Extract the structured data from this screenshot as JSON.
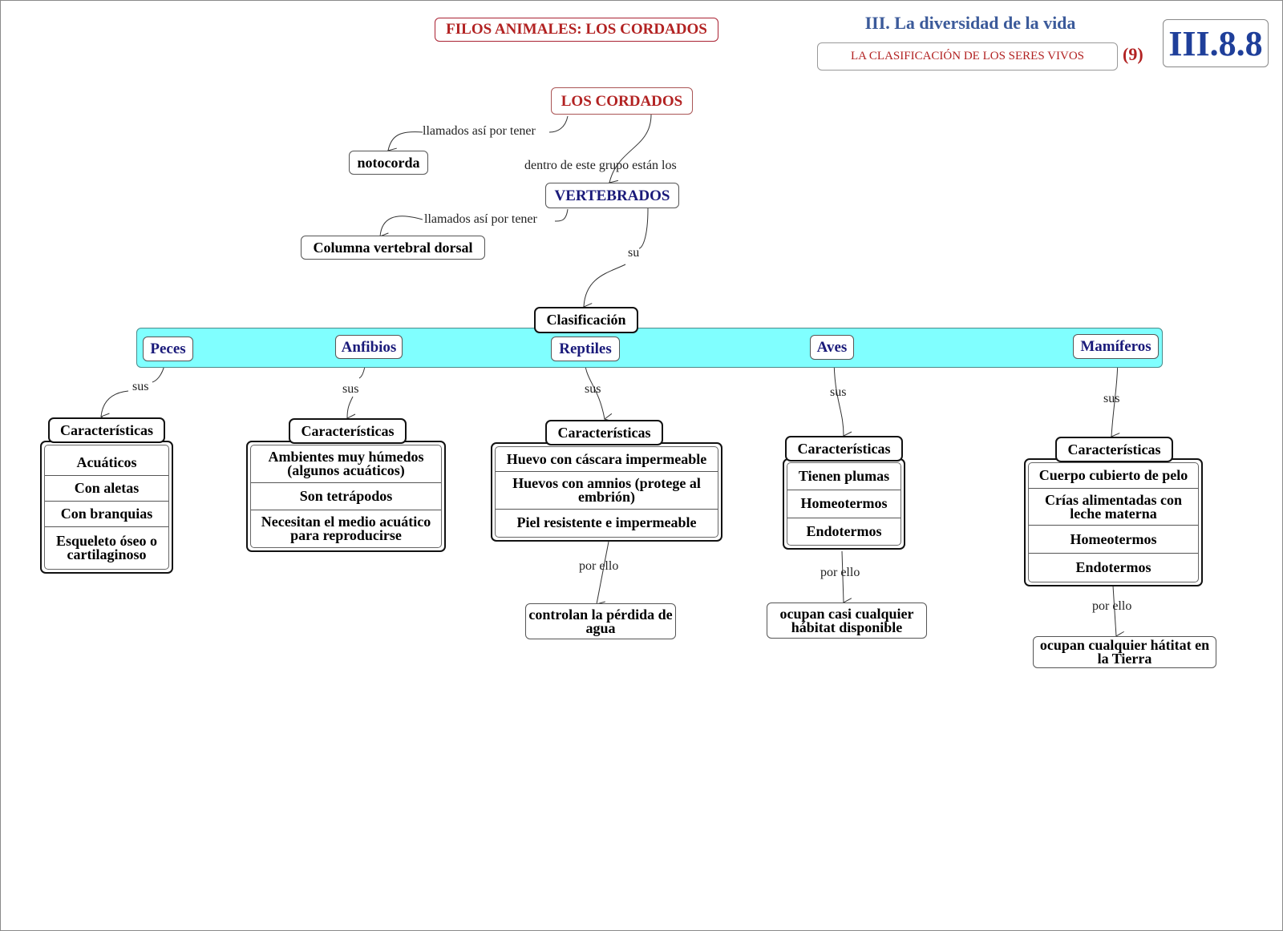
{
  "header": {
    "main_title": "FILOS ANIMALES: LOS CORDADOS",
    "unit_title": "III. La diversidad de la vida",
    "section_title": "LA CLASIFICACIÓN DE LOS SERES VIVOS",
    "page_number": "(9)",
    "code": "III.8.8"
  },
  "map": {
    "root": "LOS CORDADOS",
    "root_link_left": "llamados así por tener",
    "notocorda": "notocorda",
    "root_link_down": "dentro de este grupo están los",
    "vertebrados": "VERTEBRADOS",
    "vert_link_left": "llamados así por tener",
    "columna": "Columna vertebral dorsal",
    "vert_link_down": "su",
    "clasificacion": "Clasificación",
    "groups": [
      {
        "name": "Peces",
        "link": "sus",
        "heading": "Características",
        "traits": [
          "Acuáticos",
          "Con aletas",
          "Con branquias",
          "Esqueleto óseo o cartilaginoso"
        ]
      },
      {
        "name": "Anfibios",
        "link": "sus",
        "heading": "Características",
        "traits": [
          "Ambientes muy húmedos (algunos acuáticos)",
          "Son tetrápodos",
          "Necesitan el medio acuático para reproducirse"
        ]
      },
      {
        "name": "Reptiles",
        "link": "sus",
        "heading": "Características",
        "traits": [
          "Huevo con cáscara impermeable",
          "Huevos con amnios (protege al embrión)",
          "Piel resistente e impermeable"
        ],
        "result_link": "por ello",
        "result": "controlan la pérdida de agua"
      },
      {
        "name": "Aves",
        "link": "sus",
        "heading": "Características",
        "traits": [
          "Tienen plumas",
          "Homeotermos",
          "Endotermos"
        ],
        "result_link": "por ello",
        "result": "ocupan casi cualquier hábitat disponible"
      },
      {
        "name": "Mamíferos",
        "link": "sus",
        "heading": "Características",
        "traits": [
          "Cuerpo cubierto de pelo",
          "Crías alimentadas con leche materna",
          "Homeotermos",
          "Endotermos"
        ],
        "result_link": "por ello",
        "result": "ocupan cualquier hátitat en la Tierra"
      }
    ]
  }
}
